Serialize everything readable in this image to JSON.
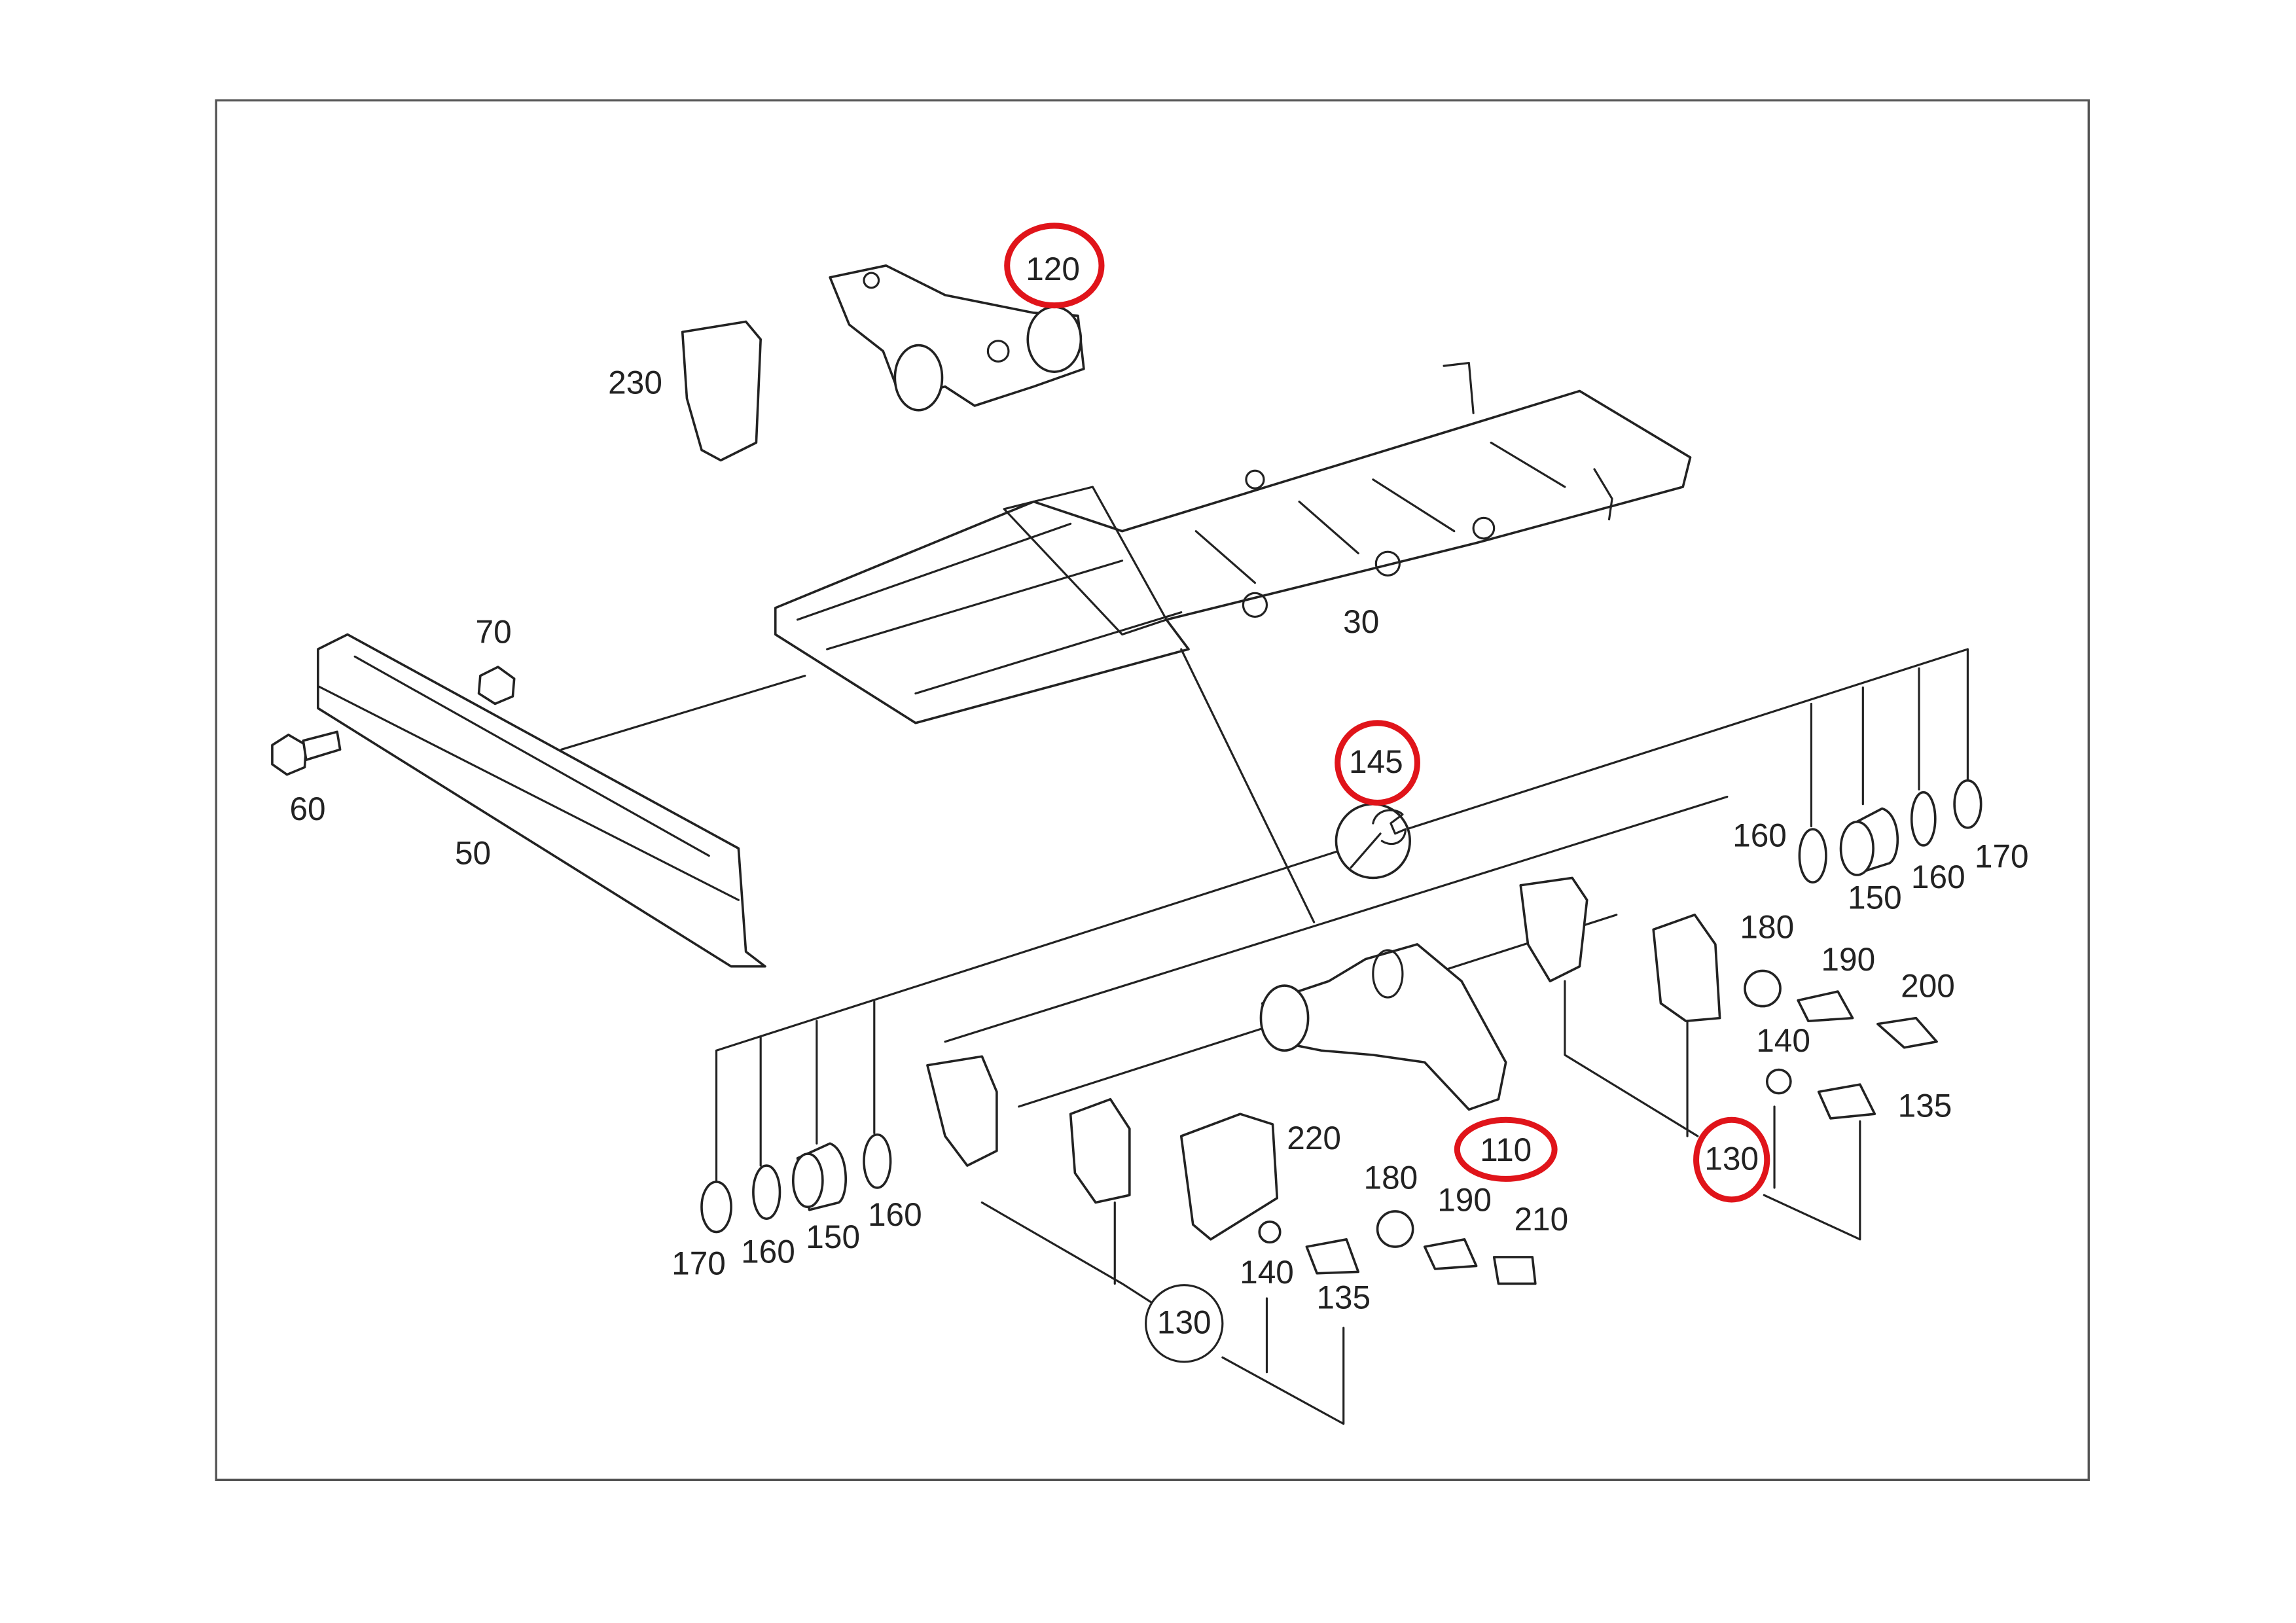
{
  "diagram": {
    "title": "Exploded parts diagram - frame and rear spring mount",
    "highlight_color": "#e0141a",
    "line_color": "#222222",
    "highlighted_parts": [
      "120",
      "145",
      "110",
      "130"
    ]
  },
  "labels": {
    "p120": "120",
    "p230": "230",
    "p70": "70",
    "p30": "30",
    "p60": "60",
    "p50": "50",
    "p145": "145",
    "r160a": "160",
    "r150": "150",
    "r160b": "160",
    "r170": "170",
    "r180": "180",
    "r190": "190",
    "r200": "200",
    "r140": "140",
    "r135": "135",
    "r130": "130",
    "p110": "110",
    "p220": "220",
    "l180": "180",
    "l190": "190",
    "l210": "210",
    "l140": "140",
    "l135": "135",
    "l130": "130",
    "l170": "170",
    "l160a": "160",
    "l150": "150",
    "l160b": "160"
  }
}
